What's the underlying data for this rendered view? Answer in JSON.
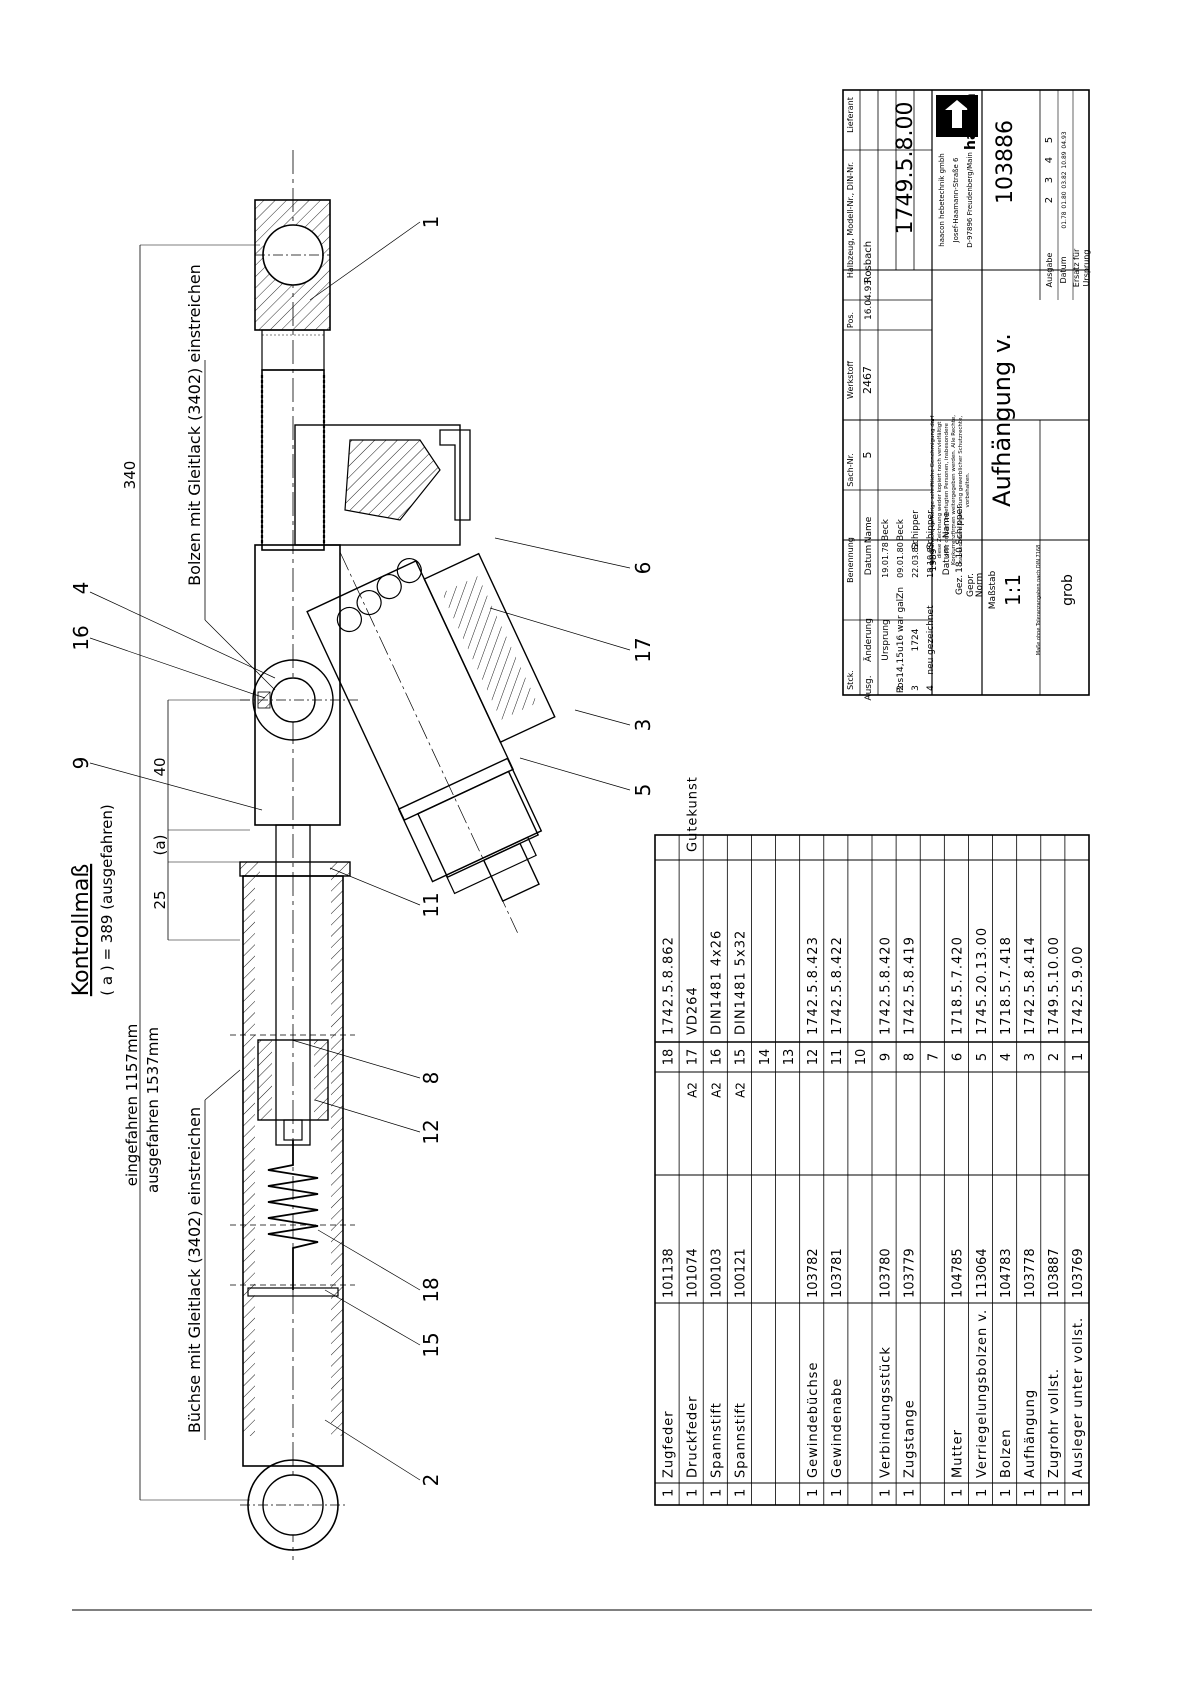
{
  "notes": {
    "kontrollmass_title": "Kontrollmaß",
    "kontrollmass_formula": "( a ) = 389 (ausgefahren)",
    "eingefahren": "eingefahren 1157mm",
    "ausgefahren": "ausgefahren 1537mm",
    "bolzen_note": "Bolzen mit Gleitlack (3402) einstreichen",
    "buchse_note": "Büchse mit Gleitlack (3402) einstreichen"
  },
  "dimensions": {
    "total": "340",
    "d40": "40",
    "a": "(a)",
    "d25": "25"
  },
  "balloons": [
    {
      "num": "1"
    },
    {
      "num": "16"
    },
    {
      "num": "4"
    },
    {
      "num": "9"
    },
    {
      "num": "6"
    },
    {
      "num": "17"
    },
    {
      "num": "3"
    },
    {
      "num": "5"
    },
    {
      "num": "11"
    },
    {
      "num": "8"
    },
    {
      "num": "12"
    },
    {
      "num": "18"
    },
    {
      "num": "15"
    },
    {
      "num": "2"
    }
  ],
  "parts_list": {
    "rows": [
      {
        "qty": "1",
        "name": "Zugfeder",
        "nr": "101138",
        "mat": "",
        "pos": "18",
        "drw": "1742.5.8.862",
        "sup": ""
      },
      {
        "qty": "1",
        "name": "Druckfeder",
        "nr": "101074",
        "mat": "A2",
        "pos": "17",
        "drw": "VD264",
        "sup": "Gutekunst"
      },
      {
        "qty": "1",
        "name": "Spannstift",
        "nr": "100103",
        "mat": "A2",
        "pos": "16",
        "drw": "DIN1481 4x26",
        "sup": ""
      },
      {
        "qty": "1",
        "name": "Spannstift",
        "nr": "100121",
        "mat": "A2",
        "pos": "15",
        "drw": "DIN1481 5x32",
        "sup": ""
      },
      {
        "qty": "",
        "name": "",
        "nr": "",
        "mat": "",
        "pos": "14",
        "drw": "",
        "sup": ""
      },
      {
        "qty": "",
        "name": "",
        "nr": "",
        "mat": "",
        "pos": "13",
        "drw": "",
        "sup": ""
      },
      {
        "qty": "1",
        "name": "Gewindebüchse",
        "nr": "103782",
        "mat": "",
        "pos": "12",
        "drw": "1742.5.8.423",
        "sup": ""
      },
      {
        "qty": "1",
        "name": "Gewindenabe",
        "nr": "103781",
        "mat": "",
        "pos": "11",
        "drw": "1742.5.8.422",
        "sup": ""
      },
      {
        "qty": "",
        "name": "",
        "nr": "",
        "mat": "",
        "pos": "10",
        "drw": "",
        "sup": ""
      },
      {
        "qty": "1",
        "name": "Verbindungsstück",
        "nr": "103780",
        "mat": "",
        "pos": "9",
        "drw": "1742.5.8.420",
        "sup": ""
      },
      {
        "qty": "1",
        "name": "Zugstange",
        "nr": "103779",
        "mat": "",
        "pos": "8",
        "drw": "1742.5.8.419",
        "sup": ""
      },
      {
        "qty": "",
        "name": "",
        "nr": "",
        "mat": "",
        "pos": "7",
        "drw": "",
        "sup": ""
      },
      {
        "qty": "1",
        "name": "Mutter",
        "nr": "104785",
        "mat": "",
        "pos": "6",
        "drw": "1718.5.7.420",
        "sup": ""
      },
      {
        "qty": "1",
        "name": "Verriegelungsbolzen v.",
        "nr": "113064",
        "mat": "",
        "pos": "5",
        "drw": "1745.20.13.00",
        "sup": ""
      },
      {
        "qty": "1",
        "name": "Bolzen",
        "nr": "104783",
        "mat": "",
        "pos": "4",
        "drw": "1718.5.7.418",
        "sup": ""
      },
      {
        "qty": "1",
        "name": "Aufhängung",
        "nr": "103778",
        "mat": "",
        "pos": "3",
        "drw": "1742.5.8.414",
        "sup": ""
      },
      {
        "qty": "1",
        "name": "Zugrohr vollst.",
        "nr": "103887",
        "mat": "",
        "pos": "2",
        "drw": "1749.5.10.00",
        "sup": ""
      },
      {
        "qty": "1",
        "name": "Ausleger unter vollst.",
        "nr": "103769",
        "mat": "",
        "pos": "1",
        "drw": "1742.5.9.00",
        "sup": ""
      }
    ]
  },
  "title_block": {
    "header": [
      "Stck.",
      "Benennung",
      "Sach-Nr.",
      "Werkstoff",
      "Pos.",
      "Halbzeug, Modell-Nr., DIN-Nr.",
      "Lieferant"
    ],
    "rev_header": [
      "Ausg.",
      "Änderung",
      "Datum",
      "Name"
    ],
    "rev_rows": [
      {
        "no": "",
        "change": "Ursprung",
        "date": "19.01.78",
        "name": "Beck"
      },
      {
        "no": "2",
        "change": "Pos14,15u16 war galZn",
        "date": "09.01.80",
        "name": "Beck"
      },
      {
        "no": "3",
        "change": "1724",
        "date": "22.03.82",
        "name": "Schipper"
      },
      {
        "no": "4",
        "change": "neu gezeichnet",
        "date": "18.10.89",
        "name": "Schipper"
      }
    ],
    "top_row": {
      "sach": "5",
      "werkstoff": "2467",
      "pos_date": "16.04.93",
      "halbzeug": "Rosbach"
    },
    "year": "1989",
    "datum_label": "Datum",
    "name_label": "Name",
    "gez_label": "Gez.",
    "gez_date": "18.10",
    "gez_name": "Schipper",
    "gepr_label": "Gepr.",
    "norm_label": "Norm",
    "massstab_label": "Maßstab",
    "massstab": "1:1",
    "toleranz_note": "Maße ohne Toleranzangaben nach DIN 7168",
    "grob": "grob",
    "copyright": "Ohne unsere vorherige schriftliche Genehmigung darf diese Zeichnung weder kopiert noch vervielfältigt oder dritten unbefugten Personen, insbesondere Konkurrenzfirmen weitergegeben werden. Alle Rechte, insbesondere Anwendung gewerblicher Schutzrechte, vorbehalten.",
    "title": "Aufhängung v.",
    "drawing_no": "1749.5.8.00",
    "company_line1": "haacon hebetechnik gmbh",
    "company_line2": "Josef-Haamann-Straße 6",
    "company_line3": "D-97896 Freudenberg/Main",
    "logo_text": "haacon",
    "sach_nr": "103886",
    "ausgabe_label": "Ausgabe",
    "ausgabe": [
      "2",
      "3",
      "4",
      "5"
    ],
    "datum_row": [
      "01.78",
      "01.80",
      "03.82",
      "10.89",
      "04.93"
    ],
    "ersatz_label": "Ersatz für",
    "ursprung_label": "Ursprung"
  }
}
